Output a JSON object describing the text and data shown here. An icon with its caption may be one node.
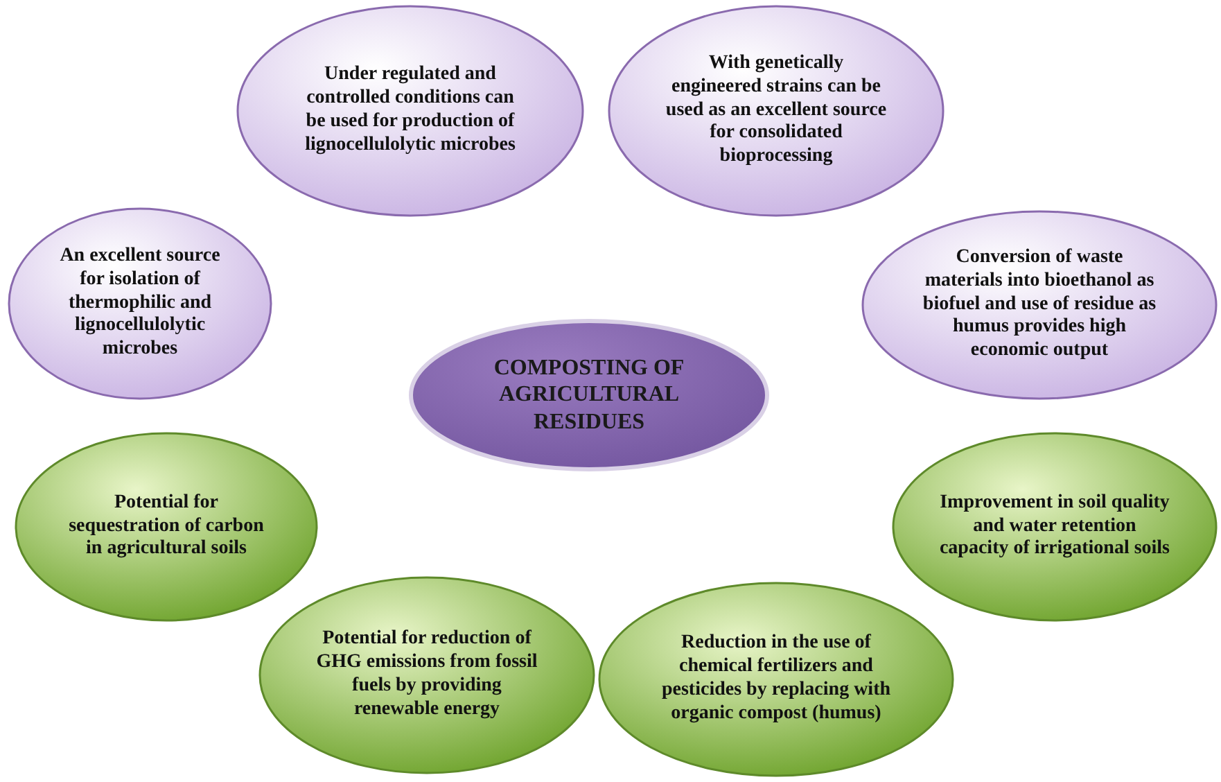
{
  "diagram": {
    "nodes": [
      {
        "text": [
          "Under regulated and controlled conditions can be used for production of lignocellulolytic microbes"
        ]
      },
      {
        "text": [
          "With genetically engineered strains can be used as an excellent source for consolidated bioprocessing"
        ]
      },
      {
        "text": [
          "An excellent source for isolation of thermophilic and lignocellulolytic microbes"
        ]
      },
      {
        "text": [
          "Conversion of waste materials into bioethanol as biofuel and use of residue as humus provides high economic output"
        ]
      },
      {
        "text": [
          "COMPOSTING OF AGRICULTURAL RESIDUES"
        ]
      },
      {
        "text": [
          "Potential for sequestration of carbon in agricultural soils"
        ]
      },
      {
        "text": [
          "Improvement in soil quality and water retention capacity of irrigational soils"
        ]
      },
      {
        "text": [
          "Potential for reduction of GHG emissions from fossil fuels by providing renewable energy"
        ]
      },
      {
        "text": [
          "Reduction in the use of chemical fertilizers and pesticides by replacing with organic compost (humus)"
        ]
      }
    ]
  }
}
